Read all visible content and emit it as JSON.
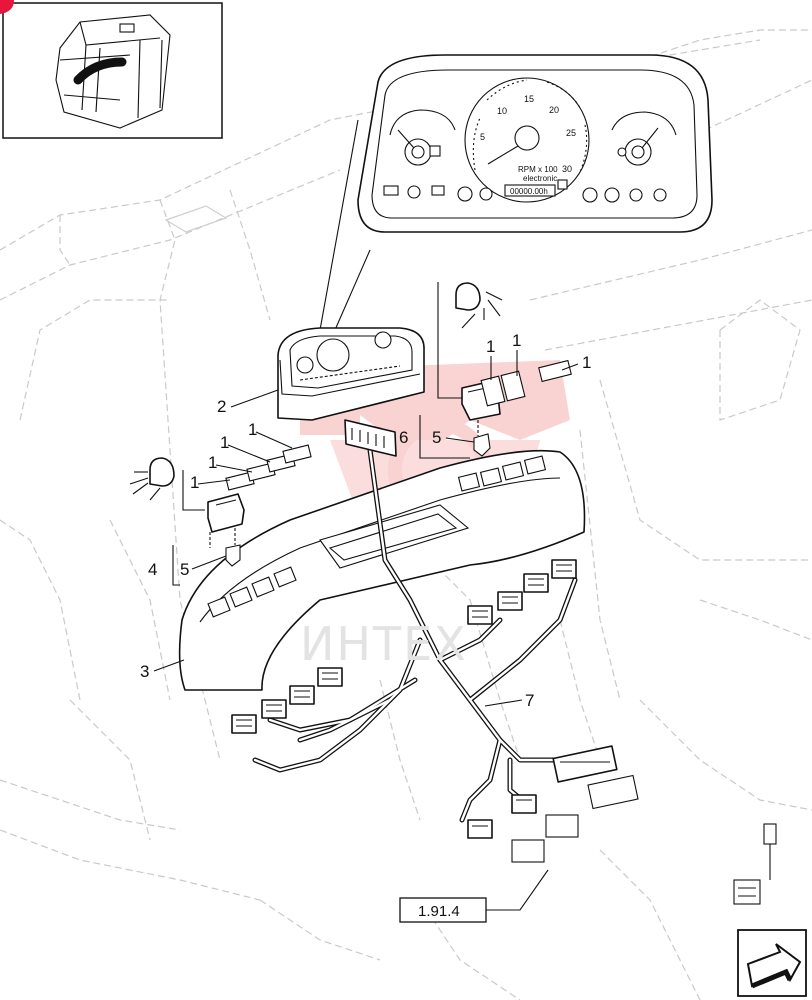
{
  "callouts": {
    "c1a": "1",
    "c1b": "1",
    "c1c": "1",
    "c1d": "1",
    "c1e": "1",
    "c1f": "1",
    "c1g": "1",
    "c2": "2",
    "c3": "3",
    "c4": "4",
    "c5a": "5",
    "c5b": "5",
    "c6": "6",
    "c7": "7"
  },
  "instrument_panel": {
    "tachometer_scale": [
      "5",
      "10",
      "15",
      "20",
      "25",
      "30"
    ],
    "unit_label": "RPM x 100",
    "type_label": "electronic",
    "hour_meter": "00000.00h"
  },
  "reference": {
    "label": "1.91.4"
  },
  "watermark": {
    "text": "ИНТЕХ",
    "color": "#e3e3e3"
  },
  "colors": {
    "logo_accent": "#f08080",
    "badge": "#e8163c"
  },
  "icons": {
    "cab_thumbnail": "tractor-cab-icon",
    "headlight_left": "headlight-icon",
    "headlight_right": "headlight-icon",
    "next_page": "next-page-arrow-icon"
  }
}
